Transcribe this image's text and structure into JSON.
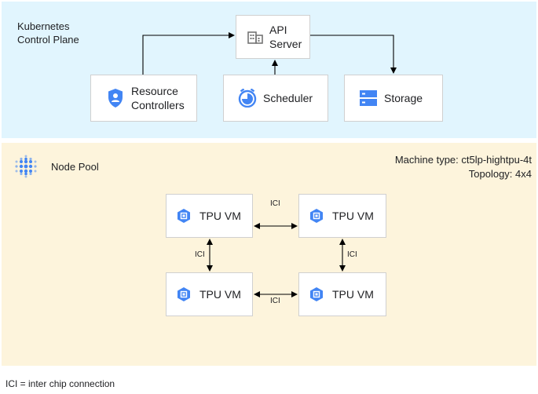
{
  "control_plane": {
    "title_line1": "Kubernetes",
    "title_line2": "Control Plane",
    "api_server": {
      "line1": "API",
      "line2": "Server",
      "icon": "building-icon"
    },
    "resource_controllers": {
      "line1": "Resource",
      "line2": "Controllers",
      "icon": "shield-person-icon"
    },
    "scheduler": {
      "label": "Scheduler",
      "icon": "clock-icon"
    },
    "storage": {
      "label": "Storage",
      "icon": "storage-icon"
    }
  },
  "node_pool": {
    "title": "Node Pool",
    "machine_type": "Machine type: ct5lp-hightpu-4t",
    "topology": "Topology: 4x4",
    "vms": [
      {
        "label": "TPU VM"
      },
      {
        "label": "TPU VM"
      },
      {
        "label": "TPU VM"
      },
      {
        "label": "TPU VM"
      }
    ],
    "ici_labels": {
      "top": "ICI",
      "left": "ICI",
      "right": "ICI",
      "bottom": "ICI"
    }
  },
  "footnote": "ICI = inter chip connection",
  "colors": {
    "control_plane_bg": "#e1f5fe",
    "node_pool_bg": "#fdf4dc",
    "icon_blue": "#4285f4"
  }
}
